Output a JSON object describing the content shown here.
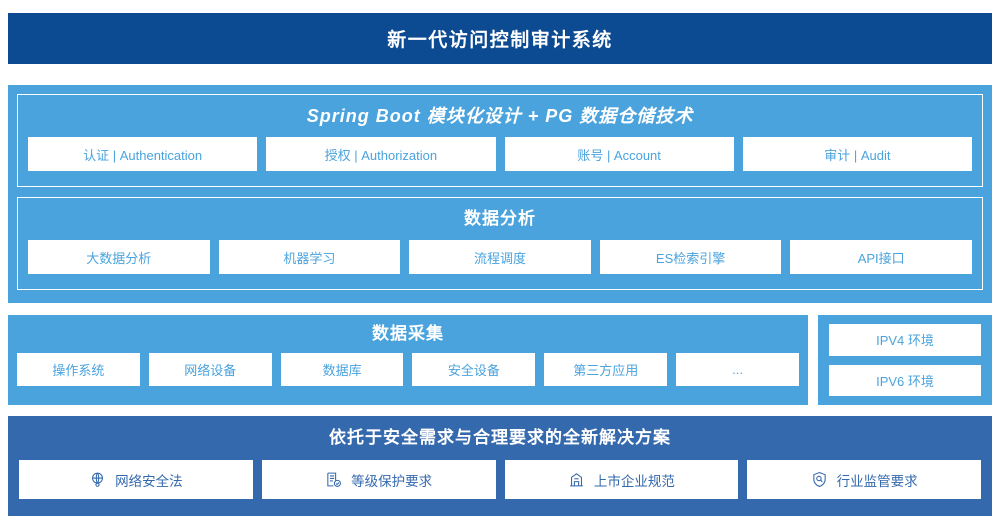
{
  "header": {
    "title": "新一代访问控制审计系统"
  },
  "platform": {
    "title": "Spring Boot 模块化设计 + PG 数据仓储技术",
    "items": [
      {
        "label": "认证 | Authentication"
      },
      {
        "label": "授权 | Authorization"
      },
      {
        "label": "账号 | Account"
      },
      {
        "label": "审计 | Audit"
      }
    ]
  },
  "analysis": {
    "title": "数据分析",
    "items": [
      {
        "label": "大数据分析"
      },
      {
        "label": "机器学习"
      },
      {
        "label": "流程调度"
      },
      {
        "label": "ES检索引擎"
      },
      {
        "label": "API接口"
      }
    ]
  },
  "collection": {
    "title": "数据采集",
    "items": [
      {
        "label": "操作系统"
      },
      {
        "label": "网络设备"
      },
      {
        "label": "数据库"
      },
      {
        "label": "安全设备"
      },
      {
        "label": "第三方应用"
      },
      {
        "label": "..."
      }
    ]
  },
  "environment": {
    "items": [
      {
        "label": "IPV4 环境"
      },
      {
        "label": "IPV6 环境"
      }
    ]
  },
  "compliance": {
    "title": "依托于安全需求与合理要求的全新解决方案",
    "items": [
      {
        "label": "网络安全法",
        "icon": "globe-network-icon"
      },
      {
        "label": "等级保护要求",
        "icon": "document-check-icon"
      },
      {
        "label": "上市企业规范",
        "icon": "bank-building-icon"
      },
      {
        "label": "行业监管要求",
        "icon": "shield-search-icon"
      }
    ]
  },
  "colors": {
    "header_navy": "#0c4a91",
    "light_blue": "#4aa3dd",
    "medium_blue": "#3569ad",
    "white": "#ffffff"
  }
}
